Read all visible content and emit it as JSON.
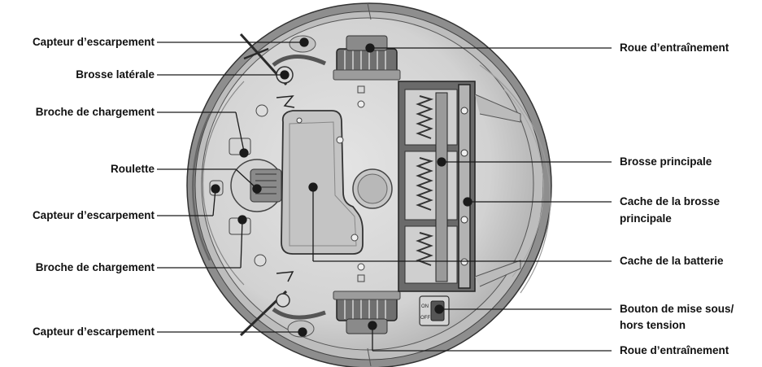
{
  "diagram": {
    "left_labels": [
      "Capteur d’escarpement",
      "Brosse latérale",
      "Broche de chargement",
      "Roulette",
      "Capteur d’escarpement",
      "Broche de chargement",
      "Capteur d’escarpement"
    ],
    "right_labels": [
      "Roue d’entraînement",
      "Brosse principale",
      "Cache de la brosse",
      "principale",
      "Cache de la batterie",
      "Bouton de mise sous/",
      "hors tension",
      "Roue d’entraînement"
    ],
    "switch_marks": [
      "ON",
      "OFF"
    ],
    "colors": {
      "line": "#1a1a1a",
      "body_outer": "#8c8c8c",
      "body": "#c9c9c9",
      "body_light": "#dedede",
      "dark": "#555555"
    }
  }
}
